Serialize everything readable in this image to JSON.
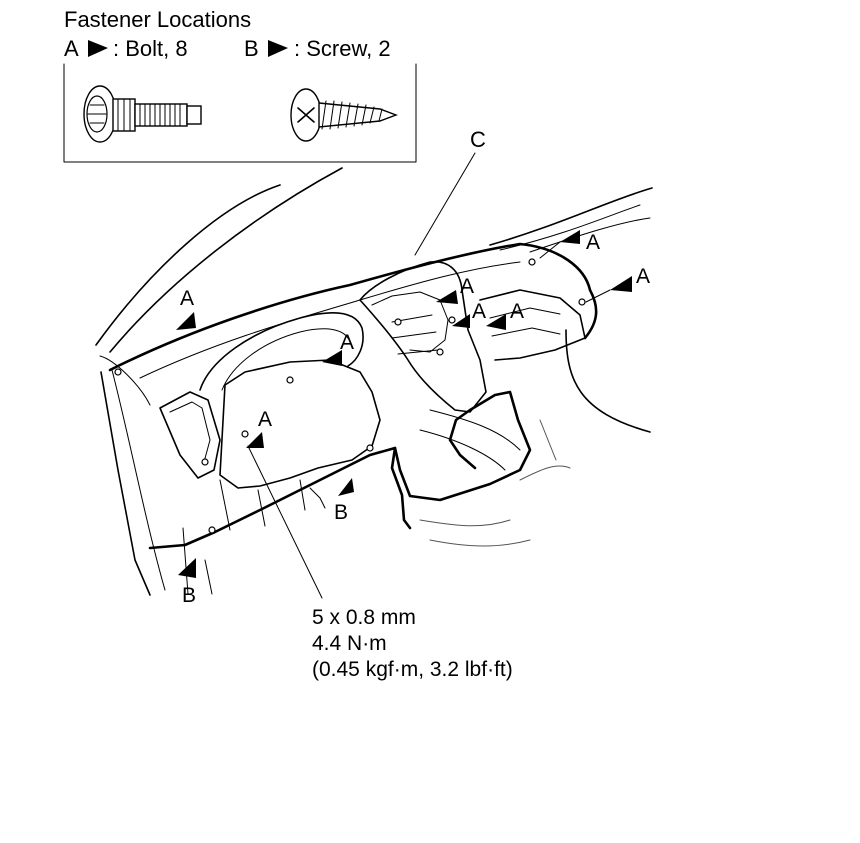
{
  "legend": {
    "title": "Fastener Locations",
    "items": [
      {
        "letter": "A",
        "text": ": Bolt, 8"
      },
      {
        "letter": "B",
        "text": ": Screw, 2"
      }
    ]
  },
  "part_label": "C",
  "callouts": {
    "a": "A",
    "b": "B"
  },
  "torque_spec": {
    "size": "5 x 0.8 mm",
    "torque_nm": "4.4 N·m",
    "torque_alt": "(0.45 kgf·m, 3.2 lbf·ft)"
  }
}
